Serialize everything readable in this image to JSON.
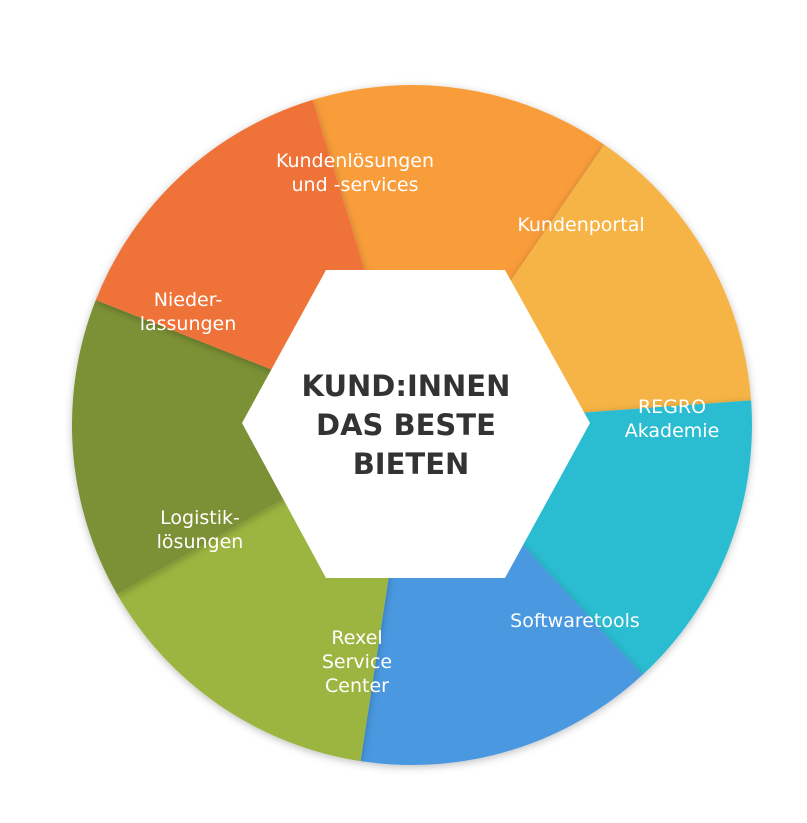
{
  "center": {
    "lines": [
      "KUND:INNEN",
      "DAS BESTE",
      "BIETEN"
    ]
  },
  "segments": [
    {
      "id": "kundenloesungen",
      "lines": [
        "Kundenlösungen",
        "und -services"
      ],
      "color": "#F99D3A"
    },
    {
      "id": "kundenportal",
      "lines": [
        "Kundenportal"
      ],
      "color": "#F5B445"
    },
    {
      "id": "regro-akademie",
      "lines": [
        "REGRO",
        "Akademie"
      ],
      "color": "#2BBCD0"
    },
    {
      "id": "softwaretools",
      "lines": [
        "Softwaretools"
      ],
      "color": "#4A98E0"
    },
    {
      "id": "rexel-service-center",
      "lines": [
        "Rexel",
        "Service",
        "Center"
      ],
      "color": "#9CB53F"
    },
    {
      "id": "logistikloesungen",
      "lines": [
        "Logistik-",
        "lösungen"
      ],
      "color": "#7B9135"
    },
    {
      "id": "niederlassungen",
      "lines": [
        "Nieder-",
        "lassungen"
      ],
      "color": "#EF7238"
    }
  ]
}
